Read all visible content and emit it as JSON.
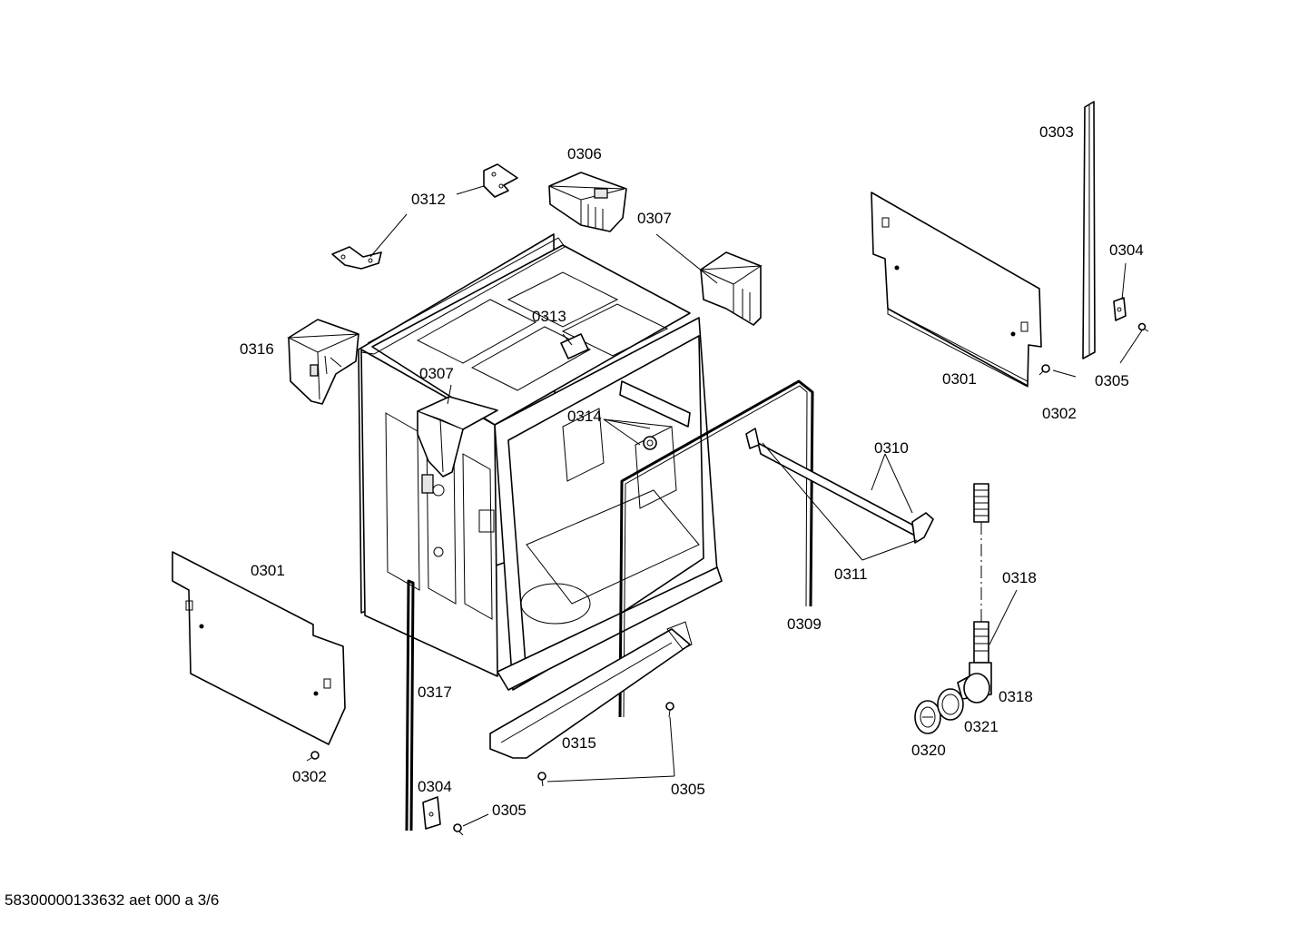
{
  "labels": {
    "l0301_left": "0301",
    "l0301_right": "0301",
    "l0302_left": "0302",
    "l0302_right": "0302",
    "l0303": "0303",
    "l0304_right": "0304",
    "l0304_bottom": "0304",
    "l0305_right": "0305",
    "l0305_bottom_left": "0305",
    "l0305_bottom_center": "0305",
    "l0306": "0306",
    "l0307_top": "0307",
    "l0307_mid": "0307",
    "l0309": "0309",
    "l0310": "0310",
    "l0311": "0311",
    "l0312": "0312",
    "l0313": "0313",
    "l0314": "0314",
    "l0315": "0315",
    "l0316": "0316",
    "l0317": "0317",
    "l0318_top": "0318",
    "l0318_bottom": "0318",
    "l0320": "0320",
    "l0321": "0321"
  },
  "footer": {
    "document_id": "58300000133632 aet 000 a 3/6"
  }
}
